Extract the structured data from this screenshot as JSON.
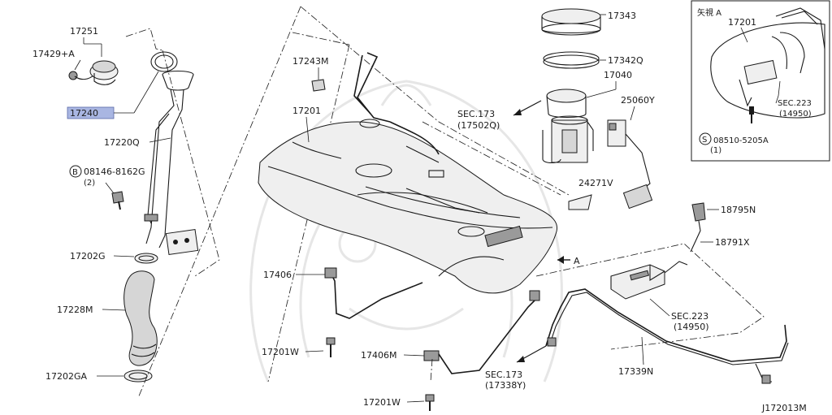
{
  "diagram_id": "J172013M",
  "inset": {
    "view_label": "矢視 A",
    "part_17201": "17201",
    "sec_223": "SEC.223",
    "sec_223_ref": "(14950)",
    "bolt_symbol": "S",
    "bolt_number": "08510-5205A",
    "bolt_qty": "(1)"
  },
  "labels": {
    "p17251": "17251",
    "p17429": "17429+A",
    "p17240": "17240",
    "p17220q": "17220Q",
    "b08146_symbol": "B",
    "b08146": "08146-8162G",
    "b08146_qty": "(2)",
    "p17202g": "17202G",
    "p17228m": "17228M",
    "p17202ga": "17202GA",
    "p17243m": "17243M",
    "p17201": "17201",
    "p17343": "17343",
    "p17342q": "17342Q",
    "p17040": "17040",
    "sec173a": "SEC.173",
    "sec173a_ref": "(17502Q)",
    "p25060y": "25060Y",
    "p24271v": "24271V",
    "p18795n": "18795N",
    "p18791x": "18791X",
    "arrow_a": "A",
    "sec223": "SEC.223",
    "sec223_ref": "(14950)",
    "p17406": "17406",
    "p17201w_upper": "17201W",
    "p17406m": "17406M",
    "sec173b": "SEC.173",
    "sec173b_ref": "(17338Y)",
    "p17339n": "17339N",
    "p17201w_lower": "17201W"
  }
}
